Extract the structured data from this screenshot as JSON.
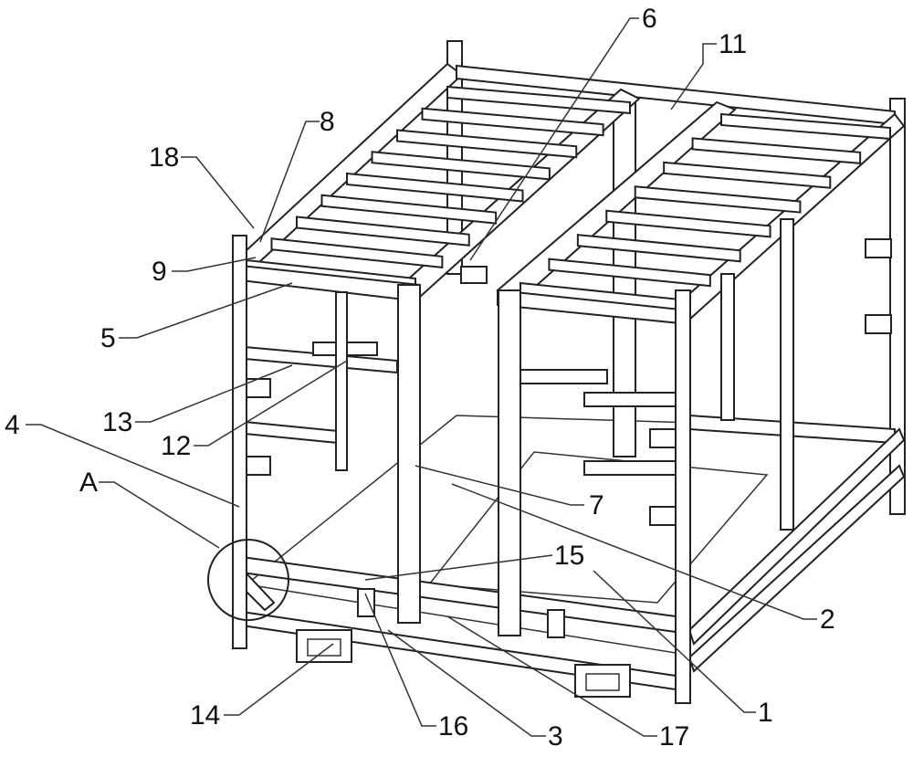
{
  "figure": {
    "labels": {
      "l1": "1",
      "l2": "2",
      "l3": "3",
      "l4": "4",
      "l5": "5",
      "l6": "6",
      "l7": "7",
      "l8": "8",
      "l9": "9",
      "l11": "11",
      "l12": "12",
      "l13": "13",
      "l14": "14",
      "l15": "15",
      "l16": "16",
      "l17": "17",
      "l18": "18",
      "lA": "A"
    }
  }
}
